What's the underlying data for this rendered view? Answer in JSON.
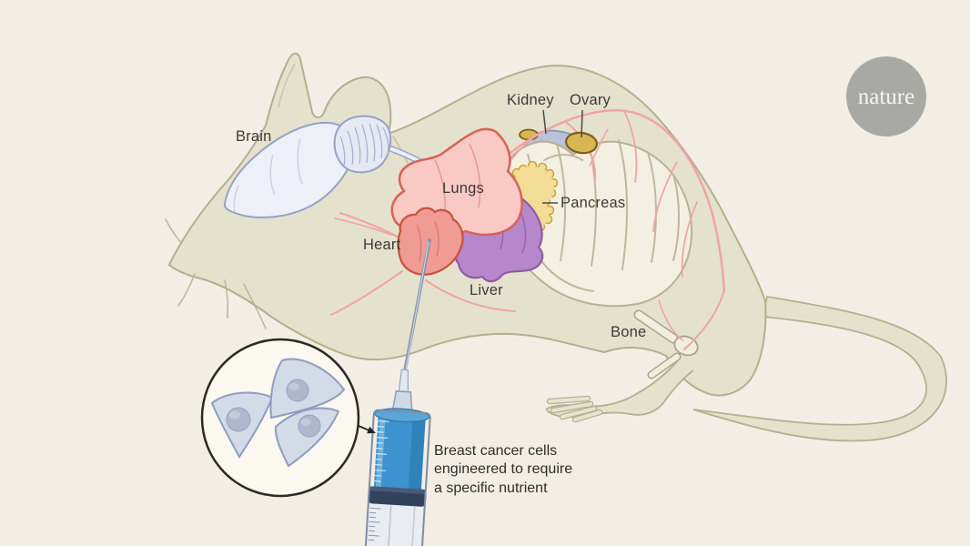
{
  "figure": {
    "background_color": "#f2eee5",
    "organ_labels": {
      "brain": "Brain",
      "kidney": "Kidney",
      "ovary": "Ovary",
      "lungs": "Lungs",
      "pancreas": "Pancreas",
      "heart": "Heart",
      "liver": "Liver",
      "bone": "Bone"
    },
    "caption": "Breast cancer cells\nengineered to require\na specific nutrient",
    "logo": {
      "text": "nature",
      "circle_color": "#a8a8a4",
      "text_color": "#f7f4ed"
    },
    "colors": {
      "mouse_body": "#e4e2cd",
      "mouse_outline": "#b3af8e",
      "brain_fill": "#eef0f7",
      "brain_outline": "#97a1c6",
      "lungs_fill": "#f9c9c4",
      "lungs_outline": "#d6625a",
      "heart_fill": "#f09b94",
      "heart_outline": "#c8503f",
      "liver_fill": "#b687ca",
      "liver_outline": "#9059a4",
      "pancreas_fill": "#f2dc96",
      "pancreas_outline": "#c8a33c",
      "kidney_fill": "#b9c2da",
      "kidney_outline": "#8d99bb",
      "ovary_fill": "#d9b654",
      "ovary_outline": "#7d5f1a",
      "intestine_fill": "#f4f0e1",
      "intestine_outline": "#b7b296",
      "vessel": "#f1a3a6",
      "bone_fill": "#f1eedd",
      "bone_outline": "#a9a489",
      "syringe_liquid": "#3d93cf",
      "syringe_seal": "#33425c",
      "needle": "#8793ad",
      "cell_fill": "#d3dae8",
      "cell_outline": "#8f9cc0",
      "inset_background": "#fbf8ef",
      "inset_outline": "#2b2a27",
      "label_color": "#3b3a38"
    }
  }
}
